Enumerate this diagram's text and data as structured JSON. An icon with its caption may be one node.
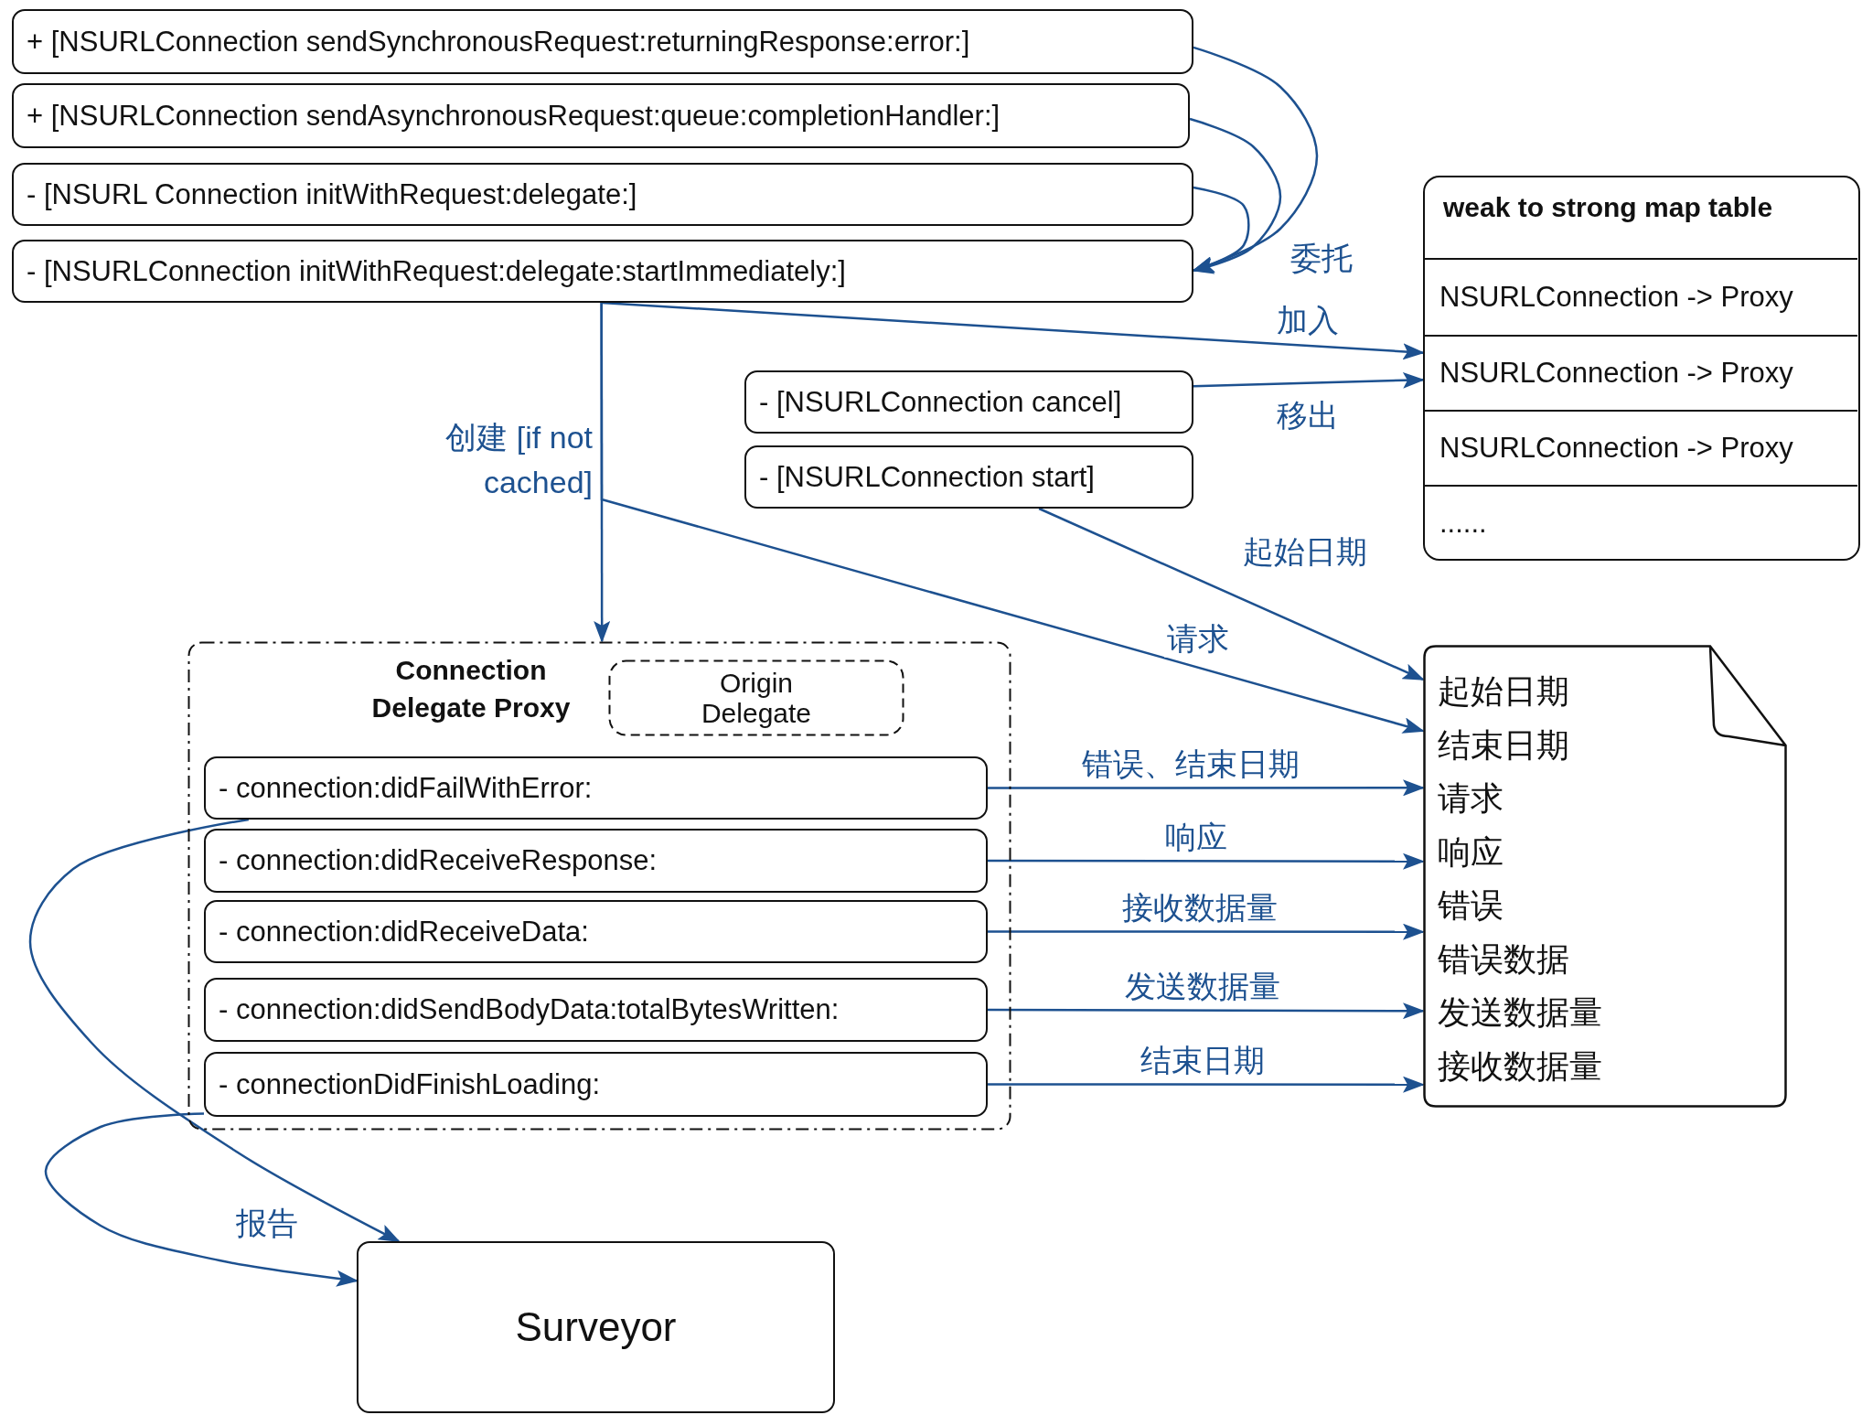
{
  "diagram": {
    "nodes": [
      {
        "text": [
          "+ [NSURLConnection sendSynchronousRequest:returningResponse:error:]"
        ]
      },
      {
        "text": [
          "+ [NSURLConnection sendAsynchronousRequest:queue:completionHandler:]"
        ]
      },
      {
        "text": [
          "- [NSURL Connection initWithRequest:delegate:]"
        ]
      },
      {
        "text": [
          "- [NSURLConnection initWithRequest:delegate:startImmediately:]"
        ]
      },
      {
        "text": [
          "- [NSURLConnection cancel]"
        ]
      },
      {
        "text": [
          "- [NSURLConnection start]"
        ]
      },
      {
        "text": [
          "weak to strong map table"
        ]
      },
      {
        "text": [
          "NSURLConnection -> Proxy"
        ],
        "in": 6
      },
      {
        "text": [
          "NSURLConnection -> Proxy"
        ],
        "in": 6
      },
      {
        "text": [
          "NSURLConnection -> Proxy"
        ],
        "in": 6
      },
      {
        "text": [
          "......"
        ],
        "in": 6
      },
      {
        "text": [
          "起始日期",
          "结束日期",
          "请求",
          "响应",
          "错误",
          "错误数据",
          "发送数据量",
          "接收数据量"
        ]
      },
      {
        "text": [
          "Connection Delegate Proxy"
        ]
      },
      {
        "text": [
          "Origin Delegate"
        ],
        "in": 12
      },
      {
        "text": [
          "- connection:didFailWithError:"
        ],
        "in": 12
      },
      {
        "text": [
          "- connection:didReceiveResponse:"
        ],
        "in": 12
      },
      {
        "text": [
          "- connection:didReceiveData:"
        ],
        "in": 12
      },
      {
        "text": [
          "- connection:didSendBodyData:totalBytesWritten:"
        ],
        "in": 12
      },
      {
        "text": [
          "- connectionDidFinishLoading:"
        ],
        "in": 12
      },
      {
        "text": [
          "Surveyor"
        ]
      }
    ],
    "edges": [
      {
        "from": 0,
        "to": 3,
        "arrow": "to",
        "label": "委托"
      },
      {
        "from": 1,
        "to": 3,
        "arrow": "to"
      },
      {
        "from": 2,
        "to": 3,
        "arrow": "to"
      },
      {
        "from": 3,
        "to": 8,
        "arrow": "to",
        "label": "加入"
      },
      {
        "from": 4,
        "to": 8,
        "arrow": "to",
        "label": "移出"
      },
      {
        "from": 3,
        "to": 12,
        "arrow": "to",
        "label": "创建 [if not cached]"
      },
      {
        "from": 3,
        "to": 11,
        "arrow": "to",
        "label": "请求"
      },
      {
        "from": 5,
        "to": 11,
        "arrow": "to",
        "label": "起始日期"
      },
      {
        "from": 14,
        "to": 11,
        "arrow": "to",
        "label": "错误、结束日期"
      },
      {
        "from": 15,
        "to": 11,
        "arrow": "to",
        "label": "响应"
      },
      {
        "from": 16,
        "to": 11,
        "arrow": "to",
        "label": "接收数据量"
      },
      {
        "from": 17,
        "to": 11,
        "arrow": "to",
        "label": "发送数据量"
      },
      {
        "from": 18,
        "to": 11,
        "arrow": "to",
        "label": "结束日期"
      },
      {
        "from": 14,
        "to": 19,
        "arrow": "to"
      },
      {
        "from": 18,
        "to": 19,
        "arrow": "to",
        "label": "报告"
      }
    ]
  }
}
